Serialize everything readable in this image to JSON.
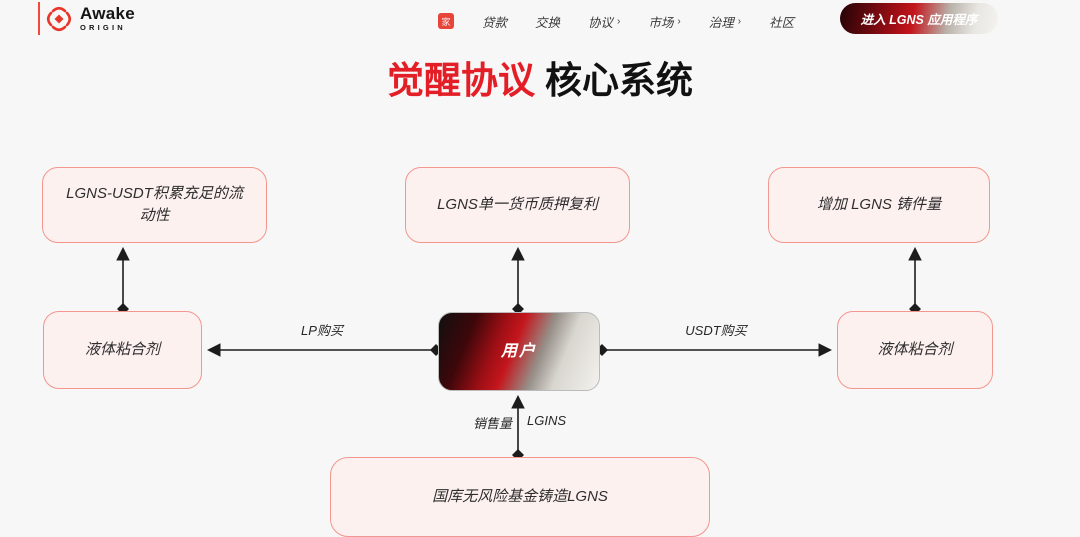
{
  "header": {
    "logo": {
      "name": "Awake",
      "sub": "ORIGIN"
    },
    "nav": {
      "home_glyph": "家",
      "items": [
        {
          "label": "贷款",
          "chevron": ""
        },
        {
          "label": "交换",
          "chevron": ""
        },
        {
          "label": "协议",
          "chevron": "›"
        },
        {
          "label": "市场",
          "chevron": "›"
        },
        {
          "label": "治理",
          "chevron": "›"
        },
        {
          "label": "社区",
          "chevron": ""
        }
      ]
    },
    "cta_label": "进入 LGNS 应用程序"
  },
  "title": {
    "highlight": "觉醒协议",
    "rest": "核心系统"
  },
  "diagram": {
    "boxes": [
      {
        "id": "liquidity",
        "label": "LGNS-USDT积累充足的流动性"
      },
      {
        "id": "staking",
        "label": "LGNS单一货币质押复利"
      },
      {
        "id": "minting",
        "label": "增加 LGNS 铸件量"
      },
      {
        "id": "binder-left",
        "label": "液体粘合剂"
      },
      {
        "id": "user",
        "label": "用户"
      },
      {
        "id": "binder-right",
        "label": "液体粘合剂"
      },
      {
        "id": "treasury",
        "label": "国库无风险基金铸造LGNS"
      }
    ],
    "edge_labels": {
      "lp_buy": "LP购买",
      "usdt_buy": "USDT购买",
      "sales": "销售量",
      "sales_unit": "LGINS"
    }
  },
  "colors": {
    "accent_red": "#e41e26",
    "node_fill": "#fdf1f0",
    "node_border": "#f2968e",
    "background": "#f7f7f7"
  }
}
